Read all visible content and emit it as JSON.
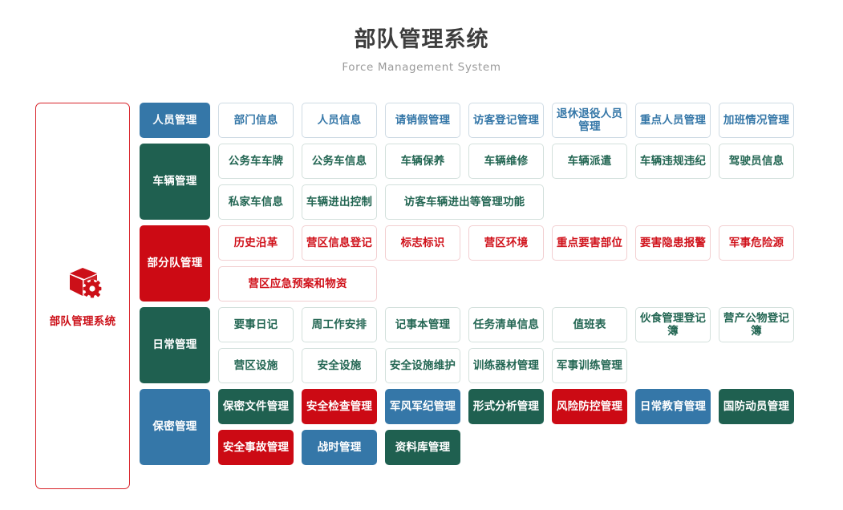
{
  "header": {
    "title": "部队管理系统",
    "subtitle": "Force Management System"
  },
  "brand": {
    "label": "部队管理系统",
    "icon": "cube-gear-icon",
    "color": "#cc1018",
    "border_color": "#d8232a"
  },
  "colors": {
    "blue": "#3577a8",
    "green": "#1f6050",
    "red": "#cc0a14"
  },
  "sections": [
    {
      "category": "人员管理",
      "category_color": "blue",
      "rows": [
        [
          {
            "label": "部门信息",
            "style": "out-blue"
          },
          {
            "label": "人员信息",
            "style": "out-blue"
          },
          {
            "label": "请销假管理",
            "style": "out-blue"
          },
          {
            "label": "访客登记管理",
            "style": "out-blue"
          },
          {
            "label": "退休退役人员管理",
            "style": "out-blue"
          },
          {
            "label": "重点人员管理",
            "style": "out-blue"
          },
          {
            "label": "加班情况管理",
            "style": "out-blue"
          }
        ]
      ]
    },
    {
      "category": "车辆管理",
      "category_color": "green",
      "rows": [
        [
          {
            "label": "公务车车牌",
            "style": "out-green"
          },
          {
            "label": "公务车信息",
            "style": "out-green"
          },
          {
            "label": "车辆保养",
            "style": "out-green"
          },
          {
            "label": "车辆维修",
            "style": "out-green"
          },
          {
            "label": "车辆派遣",
            "style": "out-green"
          },
          {
            "label": "车辆违规违纪",
            "style": "out-green"
          },
          {
            "label": "驾驶员信息",
            "style": "out-green"
          }
        ],
        [
          {
            "label": "私家车信息",
            "style": "out-green"
          },
          {
            "label": "车辆进出控制",
            "style": "out-green"
          },
          {
            "label": "访客车辆进出等管理功能",
            "style": "out-green",
            "wide": true
          }
        ]
      ]
    },
    {
      "category": "部分队管理",
      "category_color": "red",
      "rows": [
        [
          {
            "label": "历史沿革",
            "style": "out-red"
          },
          {
            "label": "营区信息登记",
            "style": "out-red"
          },
          {
            "label": "标志标识",
            "style": "out-red"
          },
          {
            "label": "营区环境",
            "style": "out-red"
          },
          {
            "label": "重点要害部位",
            "style": "out-red"
          },
          {
            "label": "要害隐患报警",
            "style": "out-red"
          },
          {
            "label": "军事危险源",
            "style": "out-red"
          }
        ],
        [
          {
            "label": "营区应急预案和物资",
            "style": "out-red",
            "wide": true
          }
        ]
      ]
    },
    {
      "category": "日常管理",
      "category_color": "green",
      "rows": [
        [
          {
            "label": "要事日记",
            "style": "out-green"
          },
          {
            "label": "周工作安排",
            "style": "out-green"
          },
          {
            "label": "记事本管理",
            "style": "out-green"
          },
          {
            "label": "任务清单信息",
            "style": "out-green"
          },
          {
            "label": "值班表",
            "style": "out-green"
          },
          {
            "label": "伙食管理登记簿",
            "style": "out-green"
          },
          {
            "label": "营产公物登记簿",
            "style": "out-green"
          }
        ],
        [
          {
            "label": "营区设施",
            "style": "out-green"
          },
          {
            "label": "安全设施",
            "style": "out-green"
          },
          {
            "label": "安全设施维护",
            "style": "out-green"
          },
          {
            "label": "训练器材管理",
            "style": "out-green"
          },
          {
            "label": "军事训练管理",
            "style": "out-green"
          }
        ]
      ]
    },
    {
      "category": "保密管理",
      "category_color": "blue",
      "rows": [
        [
          {
            "label": "保密文件管理",
            "style": "fill-green"
          },
          {
            "label": "安全检查管理",
            "style": "fill-red"
          },
          {
            "label": "军风军纪管理",
            "style": "fill-blue"
          },
          {
            "label": "形式分析管理",
            "style": "fill-green"
          },
          {
            "label": "风险防控管理",
            "style": "fill-red"
          },
          {
            "label": "日常教育管理",
            "style": "fill-blue"
          },
          {
            "label": "国防动员管理",
            "style": "fill-green"
          }
        ],
        [
          {
            "label": "安全事故管理",
            "style": "fill-red"
          },
          {
            "label": "战时管理",
            "style": "fill-blue"
          },
          {
            "label": "资料库管理",
            "style": "fill-green"
          }
        ]
      ]
    }
  ]
}
